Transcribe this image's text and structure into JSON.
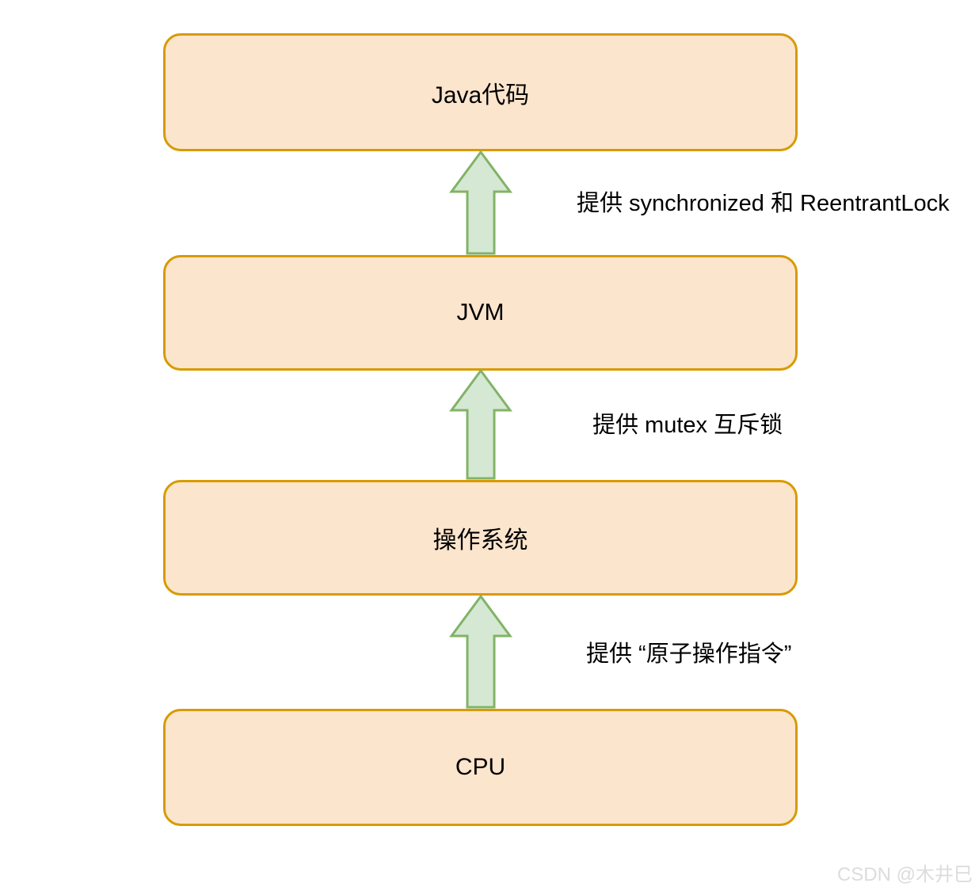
{
  "diagram": {
    "type": "layered-architecture",
    "background": "#ffffff",
    "box_fill": "#FCE5CD",
    "box_stroke": "#D79B00",
    "arrow_fill": "#D5E8D4",
    "arrow_stroke": "#82B366",
    "text_color": "#000000",
    "watermark_color": "#DCDCDC"
  },
  "layers": [
    {
      "id": "java",
      "label": "Java代码"
    },
    {
      "id": "jvm",
      "label": "JVM"
    },
    {
      "id": "os",
      "label": "操作系统"
    },
    {
      "id": "cpu",
      "label": "CPU"
    }
  ],
  "arrows": [
    {
      "from": "jvm",
      "to": "java",
      "direction": "up",
      "label": "提供 synchronized 和 ReentrantLock"
    },
    {
      "from": "os",
      "to": "jvm",
      "direction": "up",
      "label": "提供 mutex 互斥锁"
    },
    {
      "from": "cpu",
      "to": "os",
      "direction": "up",
      "label": "提供 “原子操作指令”"
    }
  ],
  "watermark": "CSDN @木井巳"
}
